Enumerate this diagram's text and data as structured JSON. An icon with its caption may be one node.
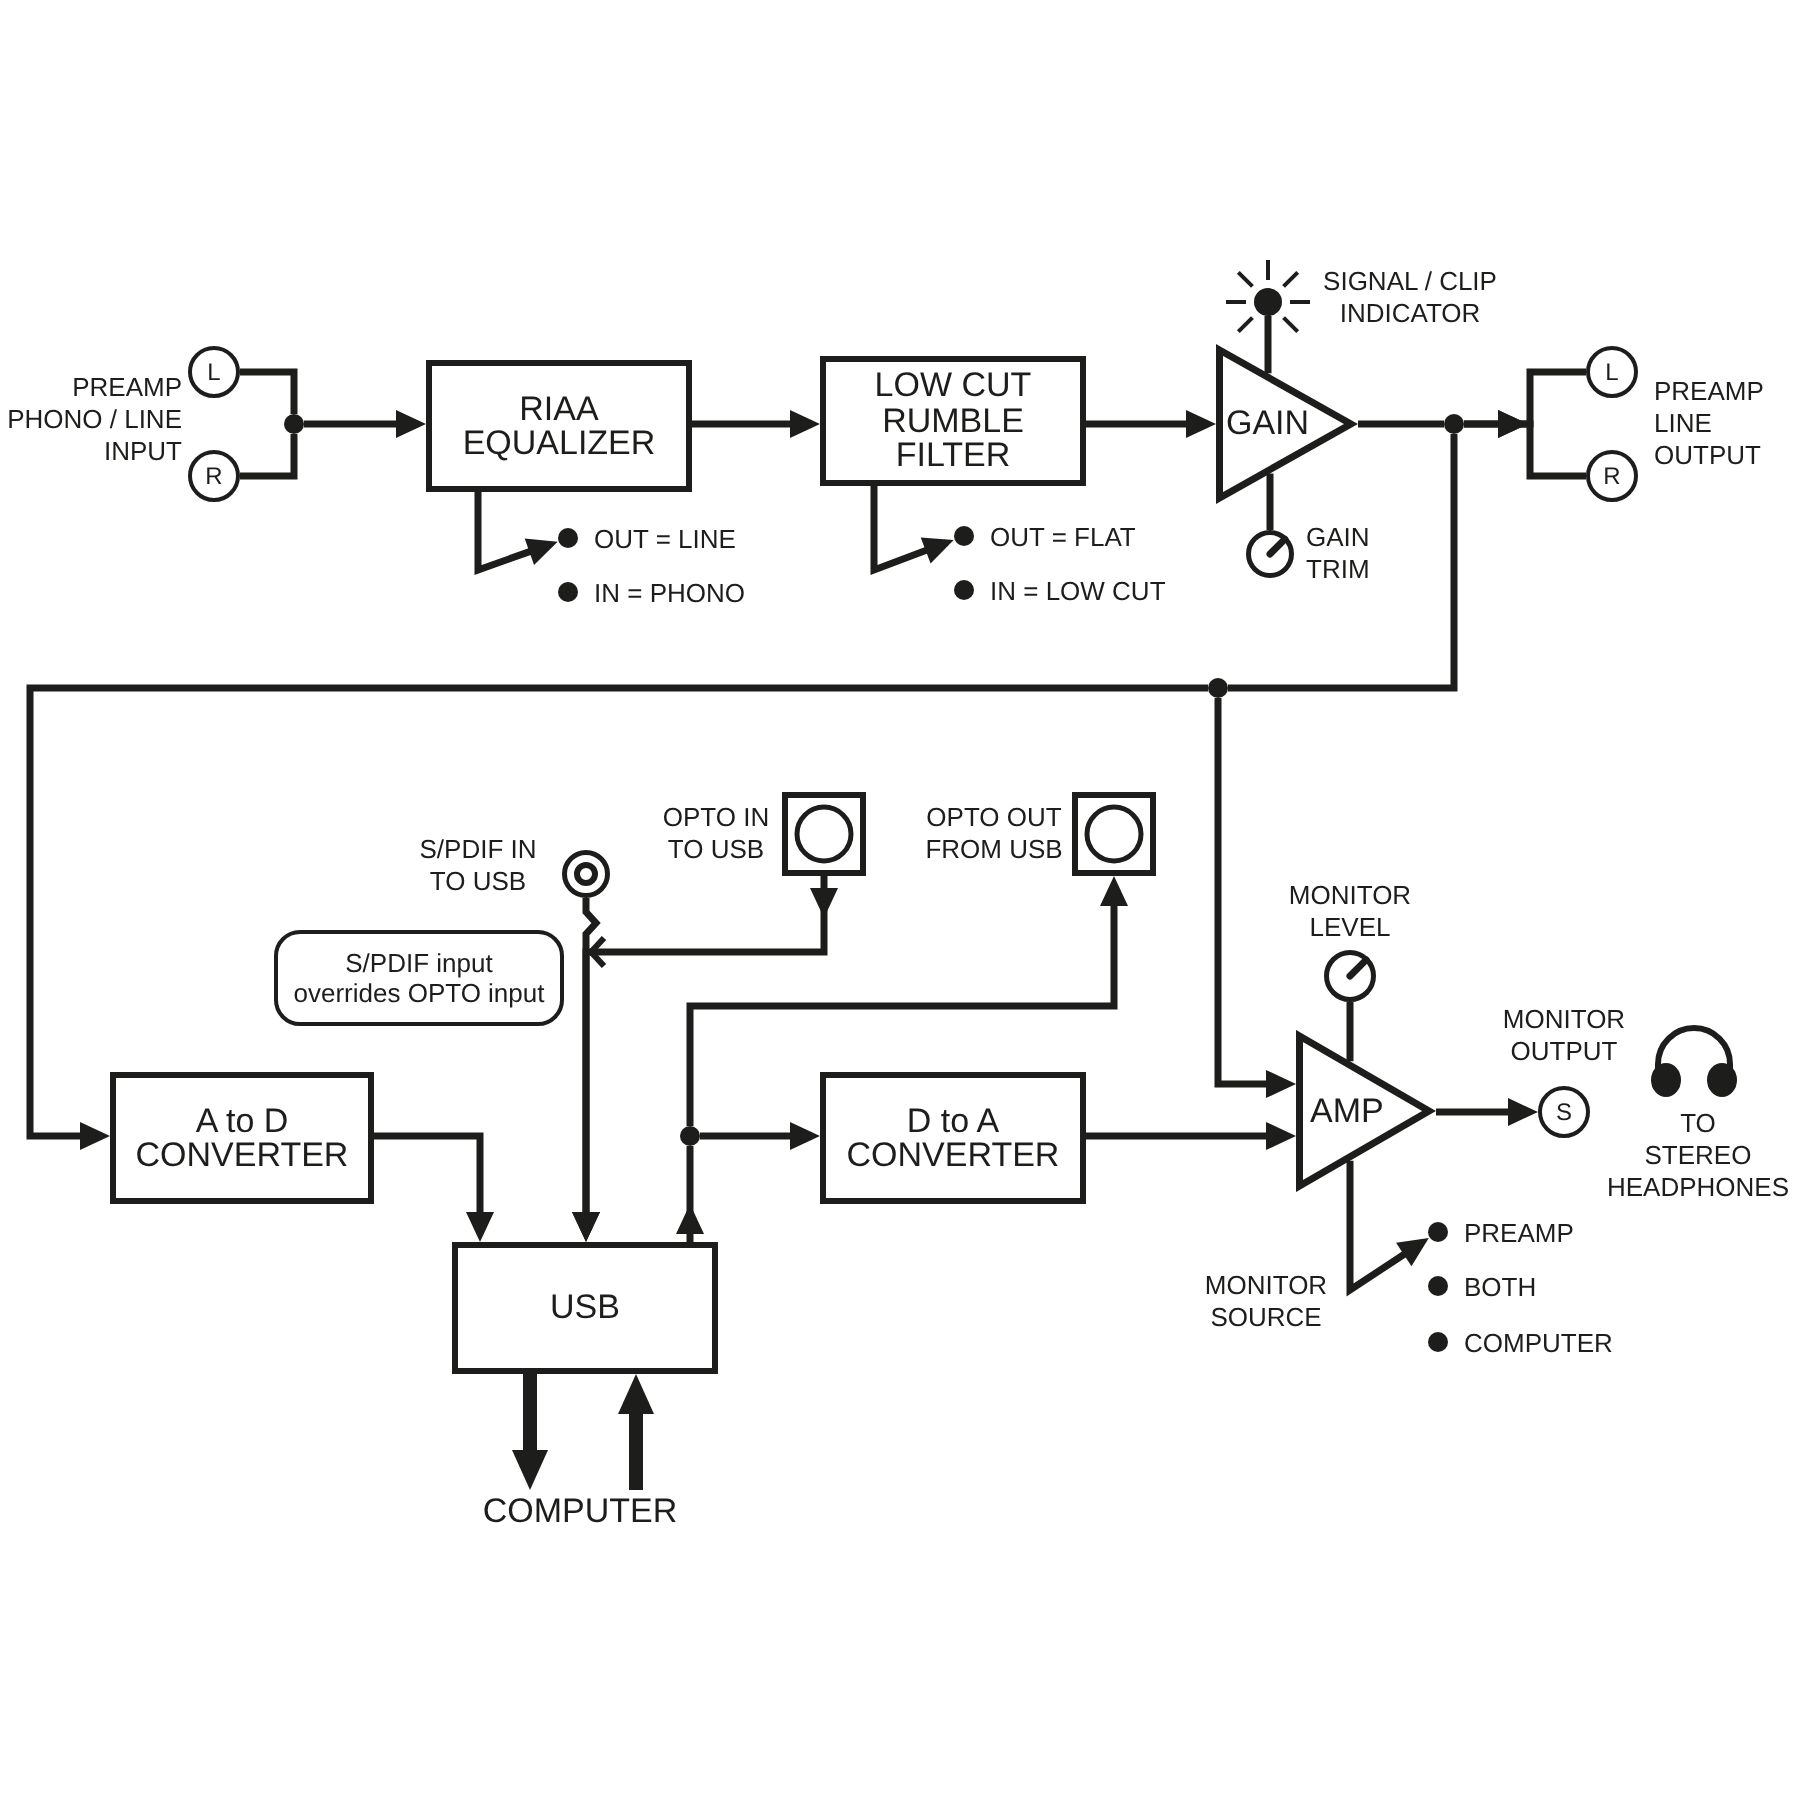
{
  "diagram": {
    "nodes": [
      {
        "text": [
          "L"
        ]
      },
      {
        "text": [
          "R"
        ]
      },
      {
        "text": [
          "RIAA EQUALIZER"
        ]
      },
      {
        "text": [
          "OUT = LINE"
        ]
      },
      {
        "text": [
          "IN = PHONO"
        ]
      },
      {
        "text": [
          "LOW CUT RUMBLE FILTER"
        ]
      },
      {
        "text": [
          "OUT = FLAT"
        ]
      },
      {
        "text": [
          "IN = LOW CUT"
        ]
      },
      {
        "text": [],
        "shape": "circle",
        "beside": [
          "SIGNAL / CLIP INDICATOR"
        ]
      },
      {
        "text": [
          "GAIN"
        ]
      },
      {
        "text": [],
        "shape": "circle",
        "beside": [
          "GAIN TRIM"
        ]
      },
      {
        "text": [
          "L"
        ]
      },
      {
        "text": [
          "R"
        ]
      },
      {
        "text": [],
        "shape": "circle",
        "beside": [
          "S/PDIF IN TO USB"
        ]
      },
      {
        "text": [],
        "shape": "box",
        "beside": [
          "OPTO IN TO USB"
        ]
      },
      {
        "text": [],
        "shape": "box",
        "beside": [
          "OPTO OUT FROM USB"
        ]
      },
      {
        "text": [
          "S/PDIF input overrides OPTO input"
        ]
      },
      {
        "text": [],
        "shape": "circle",
        "beside": [
          "MONITOR LEVEL"
        ]
      },
      {
        "text": [
          "A to D CONVERTER"
        ]
      },
      {
        "text": [
          "D to A CONVERTER"
        ]
      },
      {
        "text": [
          "AMP"
        ]
      },
      {
        "text": [
          "S"
        ],
        "beside": [
          "MONITOR OUTPUT"
        ]
      },
      {
        "text": [
          "USB"
        ]
      },
      {
        "text": [
          "PREAMP"
        ]
      },
      {
        "text": [
          "BOTH"
        ]
      },
      {
        "text": [
          "COMPUTER"
        ]
      },
      {
        "text": [
          "COMPUTER"
        ]
      },
      {
        "text": [],
        "shape": "circle"
      },
      {
        "text": [],
        "shape": "circle"
      },
      {
        "text": [],
        "shape": "circle"
      },
      {
        "text": [],
        "shape": "circle"
      }
    ],
    "edges": [
      {
        "from": 0,
        "to": 27,
        "arrow": "none"
      },
      {
        "from": 1,
        "to": 27,
        "arrow": "none"
      },
      {
        "from": 27,
        "to": 2,
        "arrow": "to"
      },
      {
        "from": 2,
        "to": 3,
        "arrow": "to"
      },
      {
        "from": 2,
        "to": 5,
        "arrow": "to"
      },
      {
        "from": 5,
        "to": 6,
        "arrow": "to"
      },
      {
        "from": 5,
        "to": 9,
        "arrow": "to"
      },
      {
        "from": 9,
        "to": 8,
        "arrow": "none"
      },
      {
        "from": 9,
        "to": 10,
        "arrow": "none"
      },
      {
        "from": 9,
        "to": 28,
        "arrow": "none"
      },
      {
        "from": 28,
        "to": 11,
        "arrow": "to"
      },
      {
        "from": 28,
        "to": 12,
        "arrow": "to"
      },
      {
        "from": 28,
        "to": 29,
        "arrow": "none"
      },
      {
        "from": 29,
        "to": 18,
        "arrow": "to"
      },
      {
        "from": 29,
        "to": 20,
        "arrow": "to"
      },
      {
        "from": 13,
        "to": 22,
        "arrow": "to"
      },
      {
        "from": 14,
        "to": 22,
        "arrow": "to"
      },
      {
        "from": 18,
        "to": 22,
        "arrow": "to"
      },
      {
        "from": 22,
        "to": 30,
        "arrow": "to"
      },
      {
        "from": 30,
        "to": 15,
        "arrow": "to"
      },
      {
        "from": 30,
        "to": 19,
        "arrow": "to"
      },
      {
        "from": 19,
        "to": 20,
        "arrow": "to"
      },
      {
        "from": 20,
        "to": 17,
        "arrow": "none"
      },
      {
        "from": 20,
        "to": 21,
        "arrow": "to"
      },
      {
        "from": 20,
        "to": 23,
        "arrow": "to"
      },
      {
        "from": 22,
        "to": 26,
        "arrow": "to",
        "style": "thick"
      },
      {
        "from": 26,
        "to": 22,
        "arrow": "to",
        "style": "thick"
      }
    ],
    "labels": [
      "PREAMP PHONO / LINE INPUT",
      "PREAMP LINE OUTPUT",
      "TO STEREO HEADPHONES",
      "MONITOR SOURCE"
    ]
  }
}
